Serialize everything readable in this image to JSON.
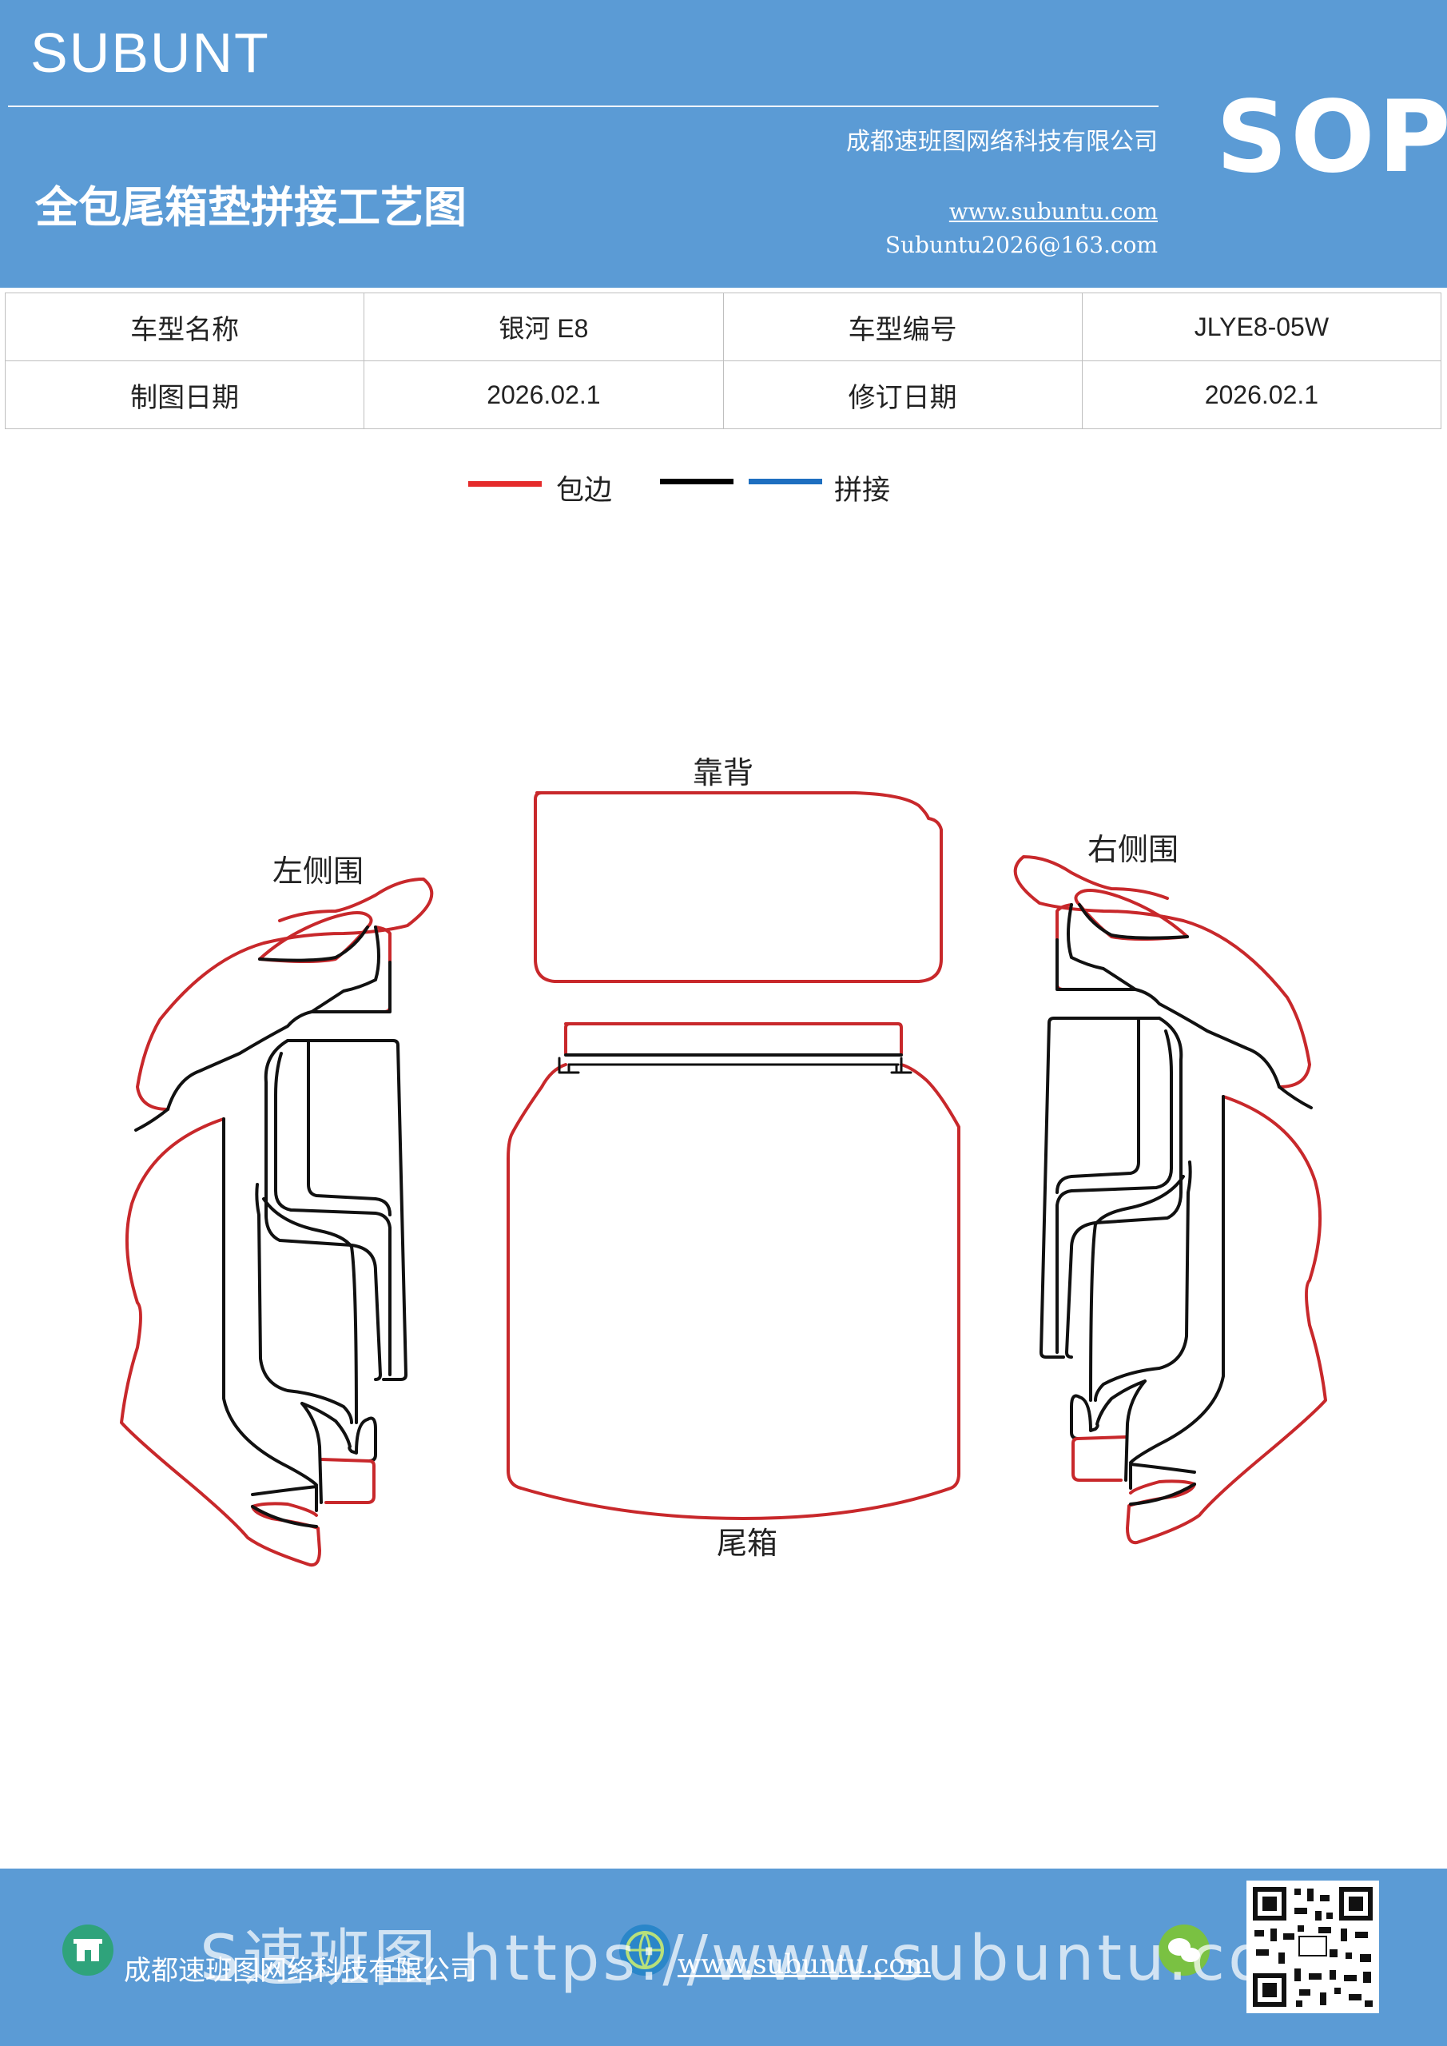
{
  "header": {
    "brand": "SUBUNT",
    "company": "成都速班图网络科技有限公司",
    "title": "全包尾箱垫拼接工艺图",
    "url": "www.subuntu.com",
    "email": "Subuntu2026@163.com",
    "badge": "SOP"
  },
  "info_table": {
    "row1": {
      "label1": "车型名称",
      "value1": "银河 E8",
      "label2": "车型编号",
      "value2": "JLYE8-05W"
    },
    "row2": {
      "label1": "制图日期",
      "value1": "2026.02.1",
      "label2": "修订日期",
      "value2": "2026.02.1"
    }
  },
  "legend": {
    "items": [
      {
        "color": "#e52b2b",
        "label": "包边"
      },
      {
        "color": "#000000",
        "label": ""
      },
      {
        "color": "#1e6fc0",
        "label": "拼接"
      }
    ]
  },
  "diagram": {
    "labels": {
      "backrest": "靠背",
      "left_side": "左侧围",
      "right_side": "右侧围",
      "trunk": "尾箱",
      "mark": "止"
    },
    "colors": {
      "edge": "#c8282b",
      "seam": "#111111"
    }
  },
  "footer": {
    "company": "成都速班图网络科技有限公司",
    "url": "www.subuntu.com",
    "watermark": "S速班图 https://www.subuntu.com"
  }
}
